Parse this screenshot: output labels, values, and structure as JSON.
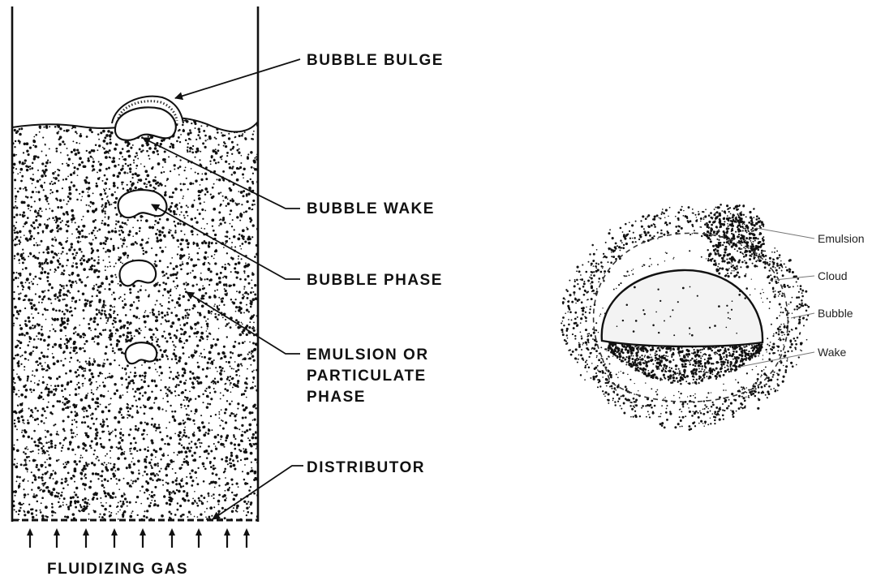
{
  "left_diagram": {
    "labels": {
      "bubble_bulge": "BUBBLE BULGE",
      "bubble_wake": "BUBBLE WAKE",
      "bubble_phase": "BUBBLE PHASE",
      "emulsion_line1": "EMULSION OR",
      "emulsion_line2": "PARTICULATE",
      "emulsion_line3": "PHASE",
      "distributor": "DISTRIBUTOR",
      "fluidizing_gas": "FLUIDIZING GAS"
    }
  },
  "right_diagram": {
    "labels": {
      "emulsion": "Emulsion",
      "cloud": "Cloud",
      "bubble": "Bubble",
      "wake": "Wake"
    }
  },
  "colors": {
    "ink": "#111111",
    "background": "#ffffff"
  }
}
